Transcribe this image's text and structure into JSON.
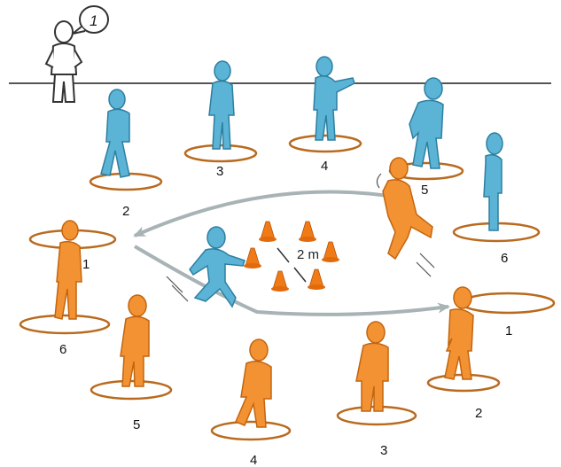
{
  "diagram": {
    "coach_bubble_label": "1",
    "distance_label": "2 m",
    "blue_team": {
      "color": "#5bb4d6",
      "numbers": [
        "2",
        "3",
        "4",
        "5",
        "6"
      ]
    },
    "orange_team": {
      "color": "#f39233",
      "numbers": [
        "1",
        "2",
        "3",
        "4",
        "5",
        "6"
      ]
    },
    "ring_color": "#b96a1e",
    "cone_color": "#f07a16",
    "arrow_color": "#a8b3b5"
  }
}
